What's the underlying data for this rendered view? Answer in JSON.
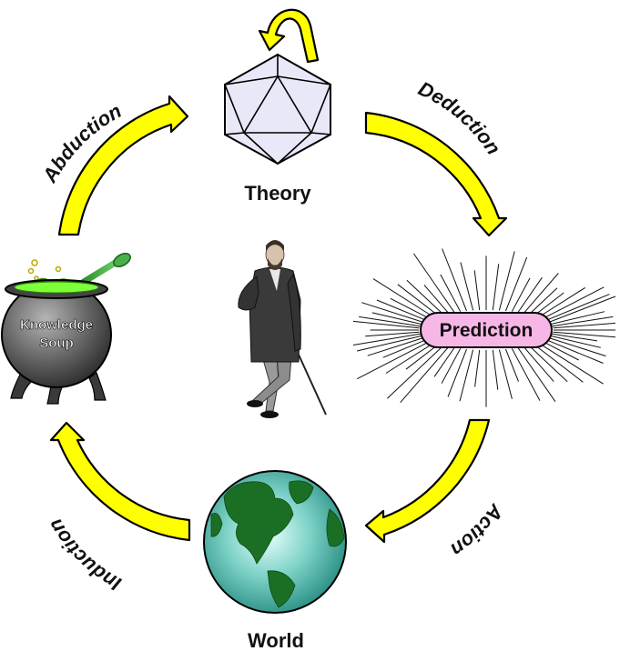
{
  "nodes": {
    "theory": "Theory",
    "prediction": "Prediction",
    "world": "World",
    "knowledge_line1": "Knowledge",
    "knowledge_line2": "Soup"
  },
  "edges": {
    "abduction": "Abduction",
    "deduction": "Deduction",
    "action": "Action",
    "induction": "Induction"
  },
  "icons": {
    "theory": "icosahedron-icon",
    "prediction": "starburst-icon",
    "world": "globe-icon",
    "knowledge": "cauldron-icon",
    "center": "standing-man-figure"
  },
  "colors": {
    "arrow_fill": "#ffff00",
    "prediction_fill": "#f7b7e6",
    "globe_ocean": "#2aa89a",
    "cauldron_body": "#666666",
    "potion": "#7dff3a",
    "icosahedron": "#e8e8f8"
  }
}
